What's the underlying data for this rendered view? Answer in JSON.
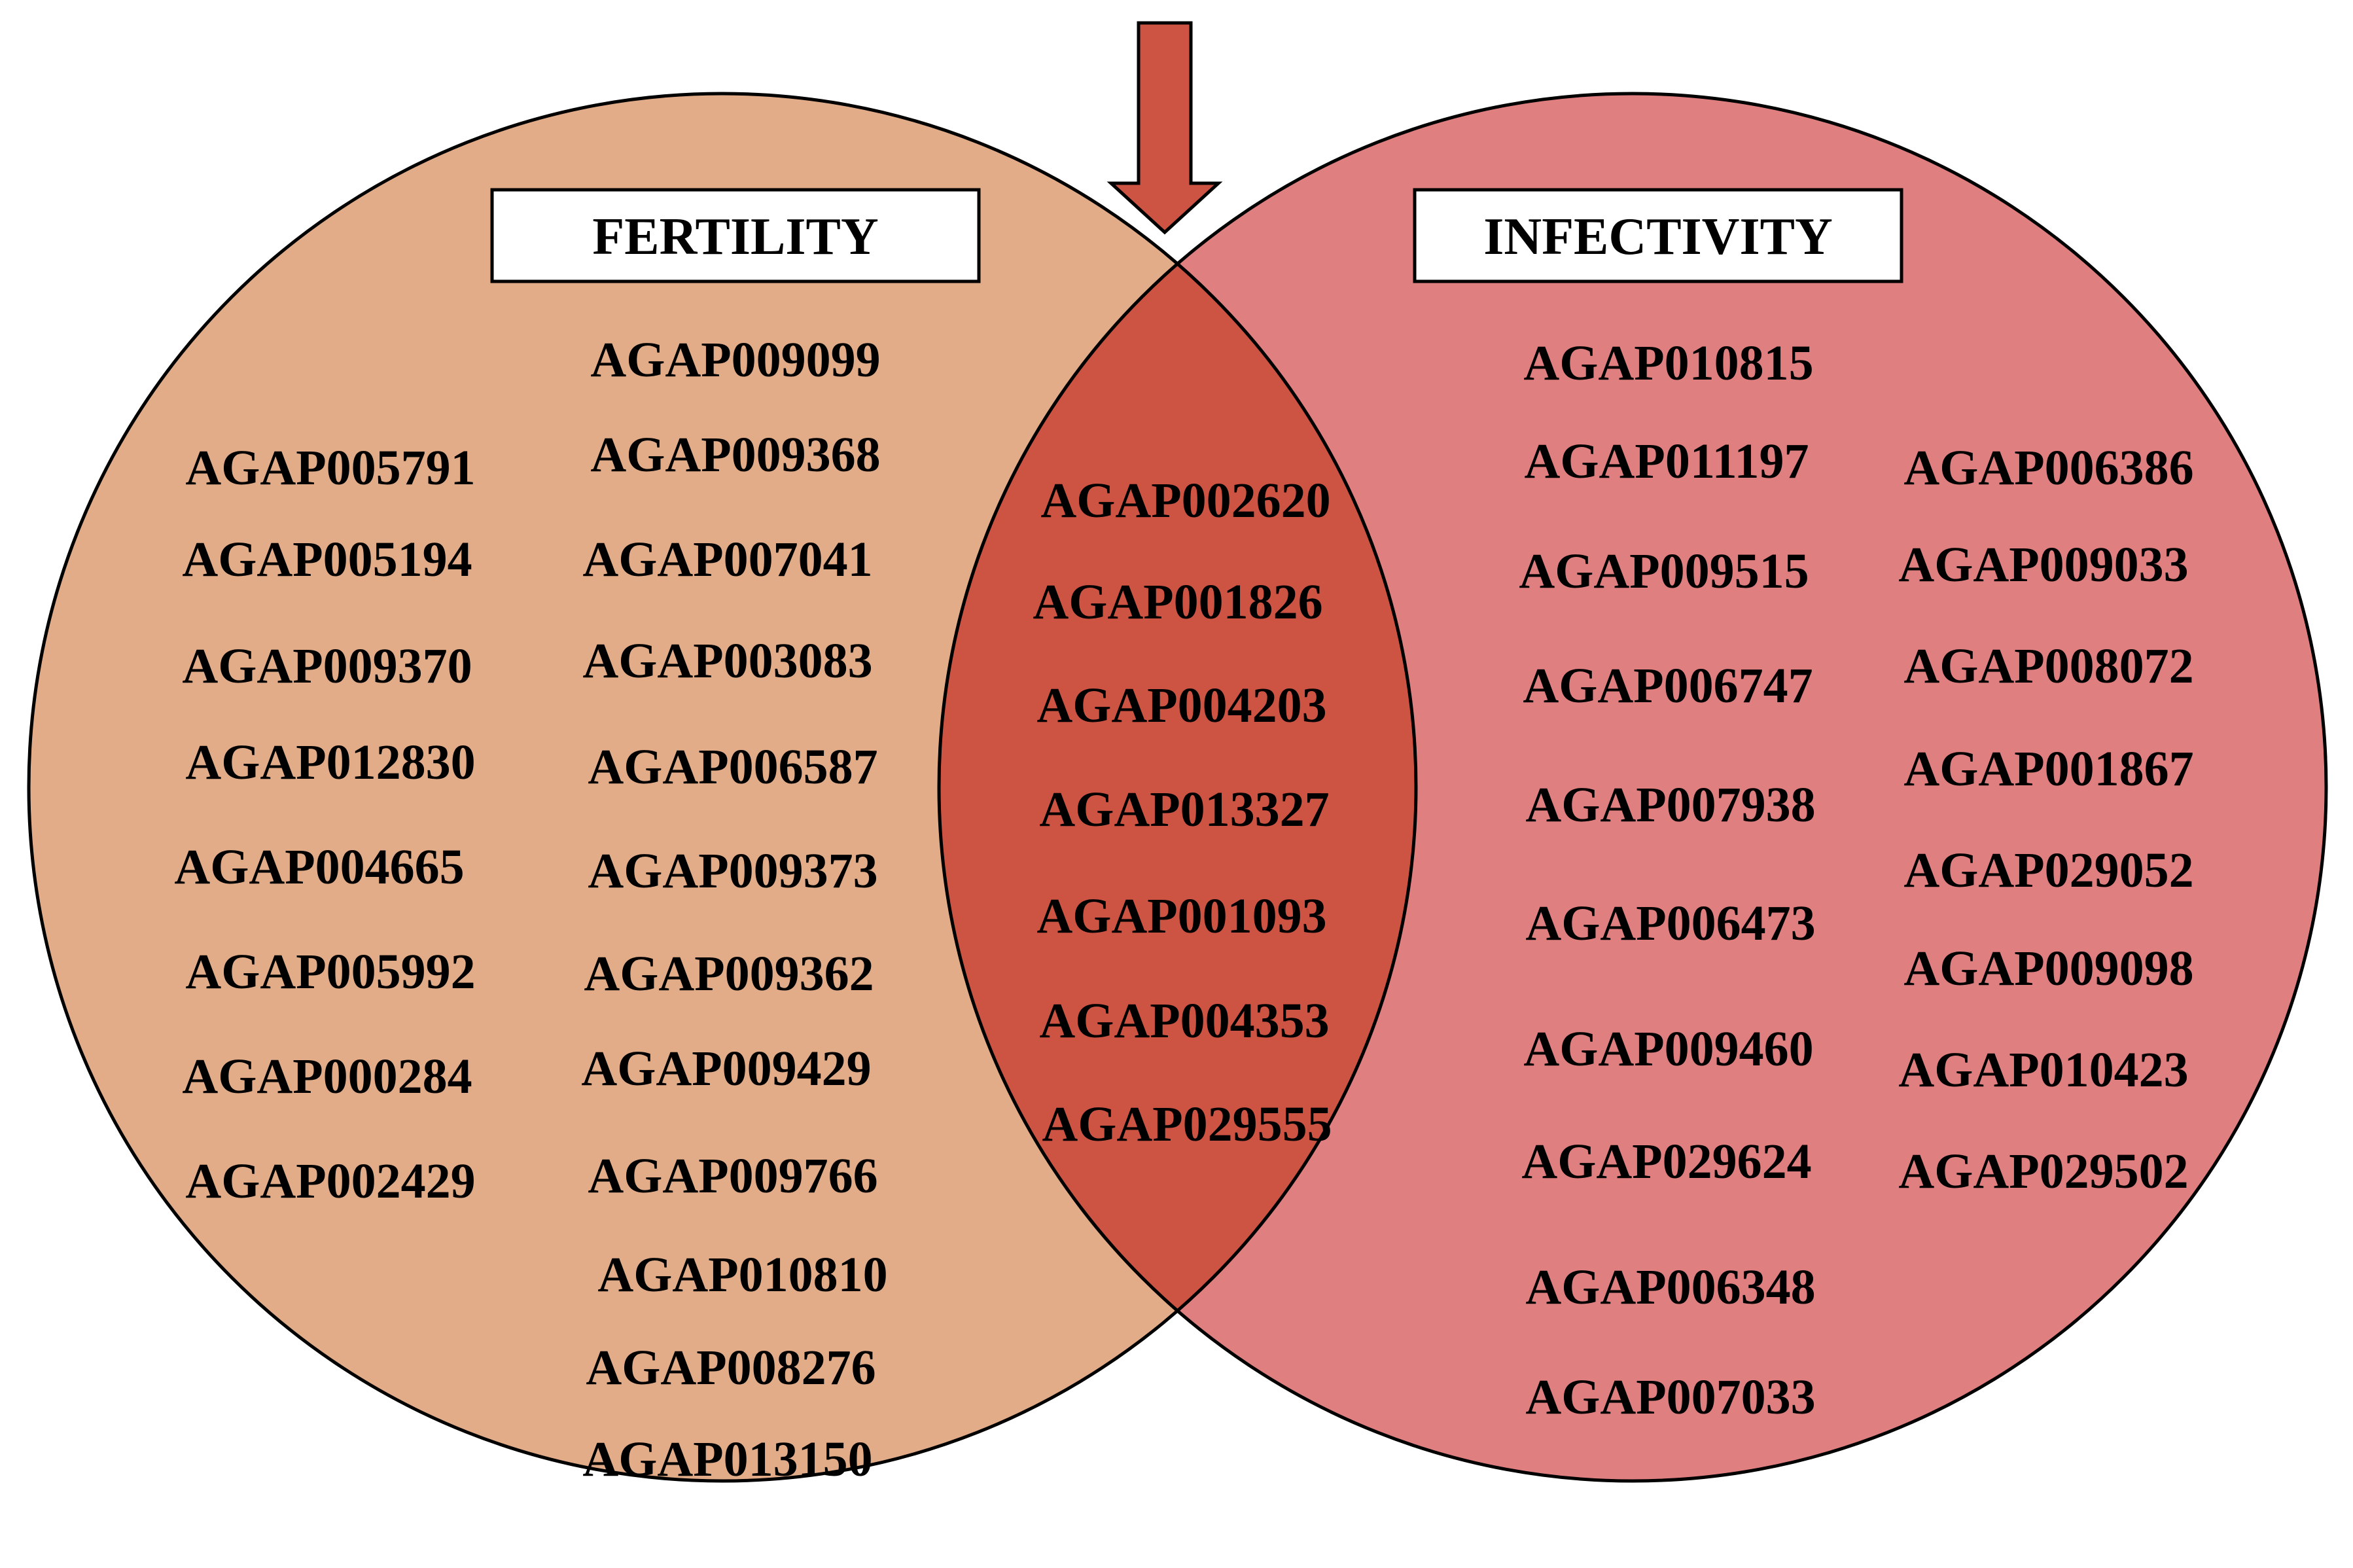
{
  "colors": {
    "fertility_fill": "#E2AC88",
    "infectivity_fill": "#E07F80",
    "overlap_fill": "#CD5343",
    "arrow_fill": "#CD5343",
    "outline": "#000000"
  },
  "icons": {
    "arrow": "down-arrow-icon"
  },
  "sets": {
    "fertility": {
      "label": "FERTILITY",
      "genes": [
        "AGAP009099",
        "AGAP005791",
        "AGAP009368",
        "AGAP005194",
        "AGAP007041",
        "AGAP009370",
        "AGAP003083",
        "AGAP012830",
        "AGAP006587",
        "AGAP004665",
        "AGAP009373",
        "AGAP005992",
        "AGAP009362",
        "AGAP000284",
        "AGAP009429",
        "AGAP002429",
        "AGAP009766",
        "AGAP010810",
        "AGAP008276",
        "AGAP013150"
      ]
    },
    "shared": {
      "genes": [
        "AGAP002620",
        "AGAP001826",
        "AGAP004203",
        "AGAP013327",
        "AGAP001093",
        "AGAP004353",
        "AGAP029555"
      ]
    },
    "infectivity": {
      "label": "INFECTIVITY",
      "genes": [
        "AGAP010815",
        "AGAP011197",
        "AGAP006386",
        "AGAP009515",
        "AGAP009033",
        "AGAP006747",
        "AGAP008072",
        "AGAP001867",
        "AGAP007938",
        "AGAP029052",
        "AGAP006473",
        "AGAP009098",
        "AGAP009460",
        "AGAP010423",
        "AGAP029624",
        "AGAP029502",
        "AGAP006348",
        "AGAP007033"
      ]
    }
  }
}
